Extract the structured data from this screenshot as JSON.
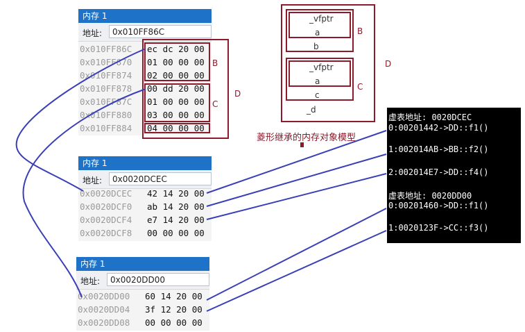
{
  "panel1": {
    "title": "内存 1",
    "address_label": "地址:",
    "address_value": "0x010FF86C",
    "rows": [
      {
        "addr": "0x010FF86C",
        "bytes": "ec dc 20 00"
      },
      {
        "addr": "0x010FF870",
        "bytes": "01 00 00 00"
      },
      {
        "addr": "0x010FF874",
        "bytes": "02 00 00 00"
      },
      {
        "addr": "0x010FF878",
        "bytes": "00 dd 20 00"
      },
      {
        "addr": "0x010FF87C",
        "bytes": "01 00 00 00"
      },
      {
        "addr": "0x010FF880",
        "bytes": "03 00 00 00"
      },
      {
        "addr": "0x010FF884",
        "bytes": "04 00 00 00"
      }
    ],
    "labels": {
      "b": "B",
      "c": "C",
      "d": "D"
    }
  },
  "panel2": {
    "title": "内存 1",
    "address_label": "地址:",
    "address_value": "0x0020DCEC",
    "rows": [
      {
        "addr": "0x0020DCEC",
        "bytes": "42 14 20 00"
      },
      {
        "addr": "0x0020DCF0",
        "bytes": "ab 14 20 00"
      },
      {
        "addr": "0x0020DCF4",
        "bytes": "e7 14 20 00"
      },
      {
        "addr": "0x0020DCF8",
        "bytes": "00 00 00 00"
      }
    ]
  },
  "panel3": {
    "title": "内存 1",
    "address_label": "地址:",
    "address_value": "0x0020DD00",
    "rows": [
      {
        "addr": "0x0020DD00",
        "bytes": "60 14 20 00"
      },
      {
        "addr": "0x0020DD04",
        "bytes": "3f 12 20 00"
      },
      {
        "addr": "0x0020DD08",
        "bytes": "00 00 00 00"
      }
    ]
  },
  "model": {
    "b_fields": [
      "_vfptr",
      "_a",
      "_b"
    ],
    "c_fields": [
      "_vfptr",
      "_a",
      "_c"
    ],
    "d_field": "_d",
    "labels": {
      "b": "B",
      "c": "C",
      "d": "D"
    },
    "caption": "菱形继承的内存对象模型"
  },
  "console": {
    "lines": [
      "虚表地址: 0020DCEC",
      "0:00201442->DD::f1()",
      "1:002014AB->BB::f2()",
      "2:002014E7->DD::f4()",
      "虚表地址: 0020DD00",
      "0:00201460->DD::f1()",
      "1:0020123F->CC::f3()"
    ]
  },
  "colors": {
    "box": "#8b1a2b",
    "arrow": "#3a3fb8",
    "titlebar": "#1e73c8"
  }
}
